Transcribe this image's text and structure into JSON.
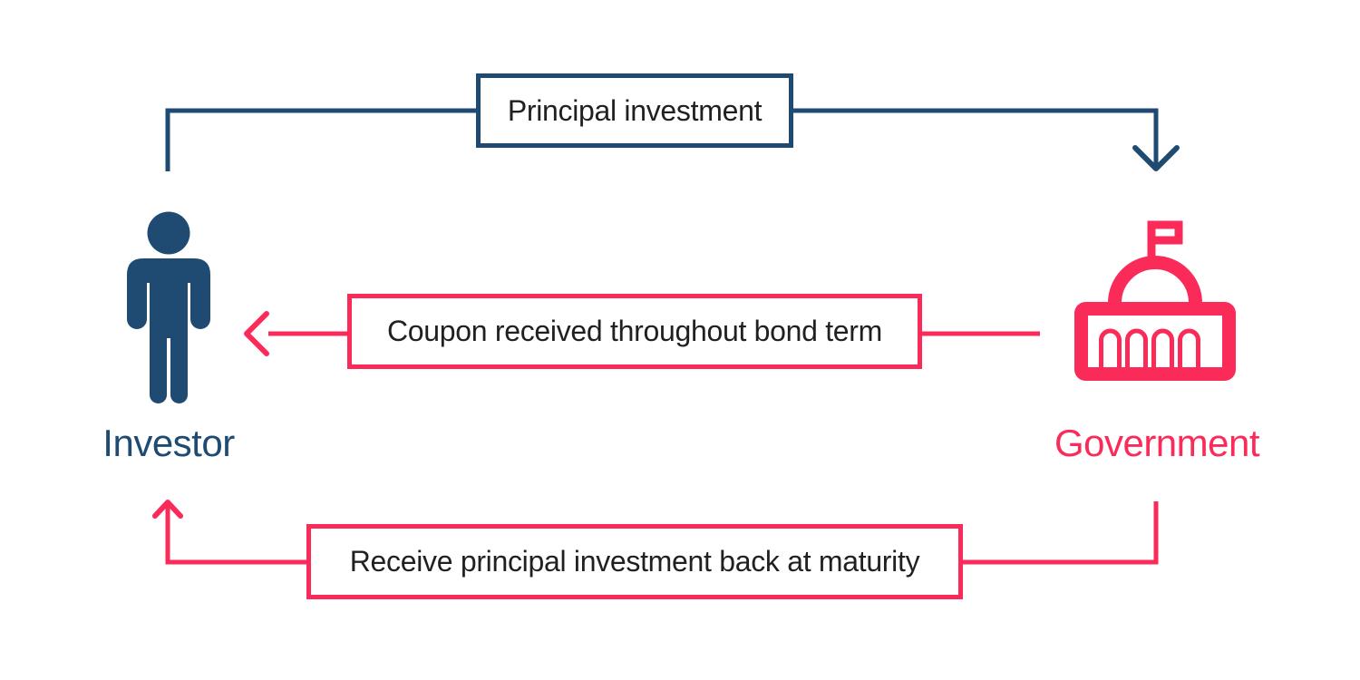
{
  "colors": {
    "investor_blue": "#1F4B73",
    "government_pink": "#FB2B59",
    "box_text": "#221F20",
    "background": "#FFFFFF"
  },
  "entities": {
    "investor": {
      "label": "Investor",
      "icon": "person-icon",
      "color": "#1F4B73"
    },
    "government": {
      "label": "Government",
      "icon": "government-building-icon",
      "color": "#FB2B59"
    }
  },
  "flows": [
    {
      "id": "principal",
      "label": "Principal investment",
      "from": "Investor",
      "to": "Government",
      "color": "#1F4B73",
      "arrowhead": "chevron-down"
    },
    {
      "id": "coupon",
      "label": "Coupon received throughout bond term",
      "from": "Government",
      "to": "Investor",
      "color": "#FB2B59",
      "arrowhead": "chevron-left"
    },
    {
      "id": "maturity",
      "label": "Receive principal investment back at maturity",
      "from": "Government",
      "to": "Investor",
      "color": "#FB2B59",
      "arrowhead": "chevron-up"
    }
  ]
}
